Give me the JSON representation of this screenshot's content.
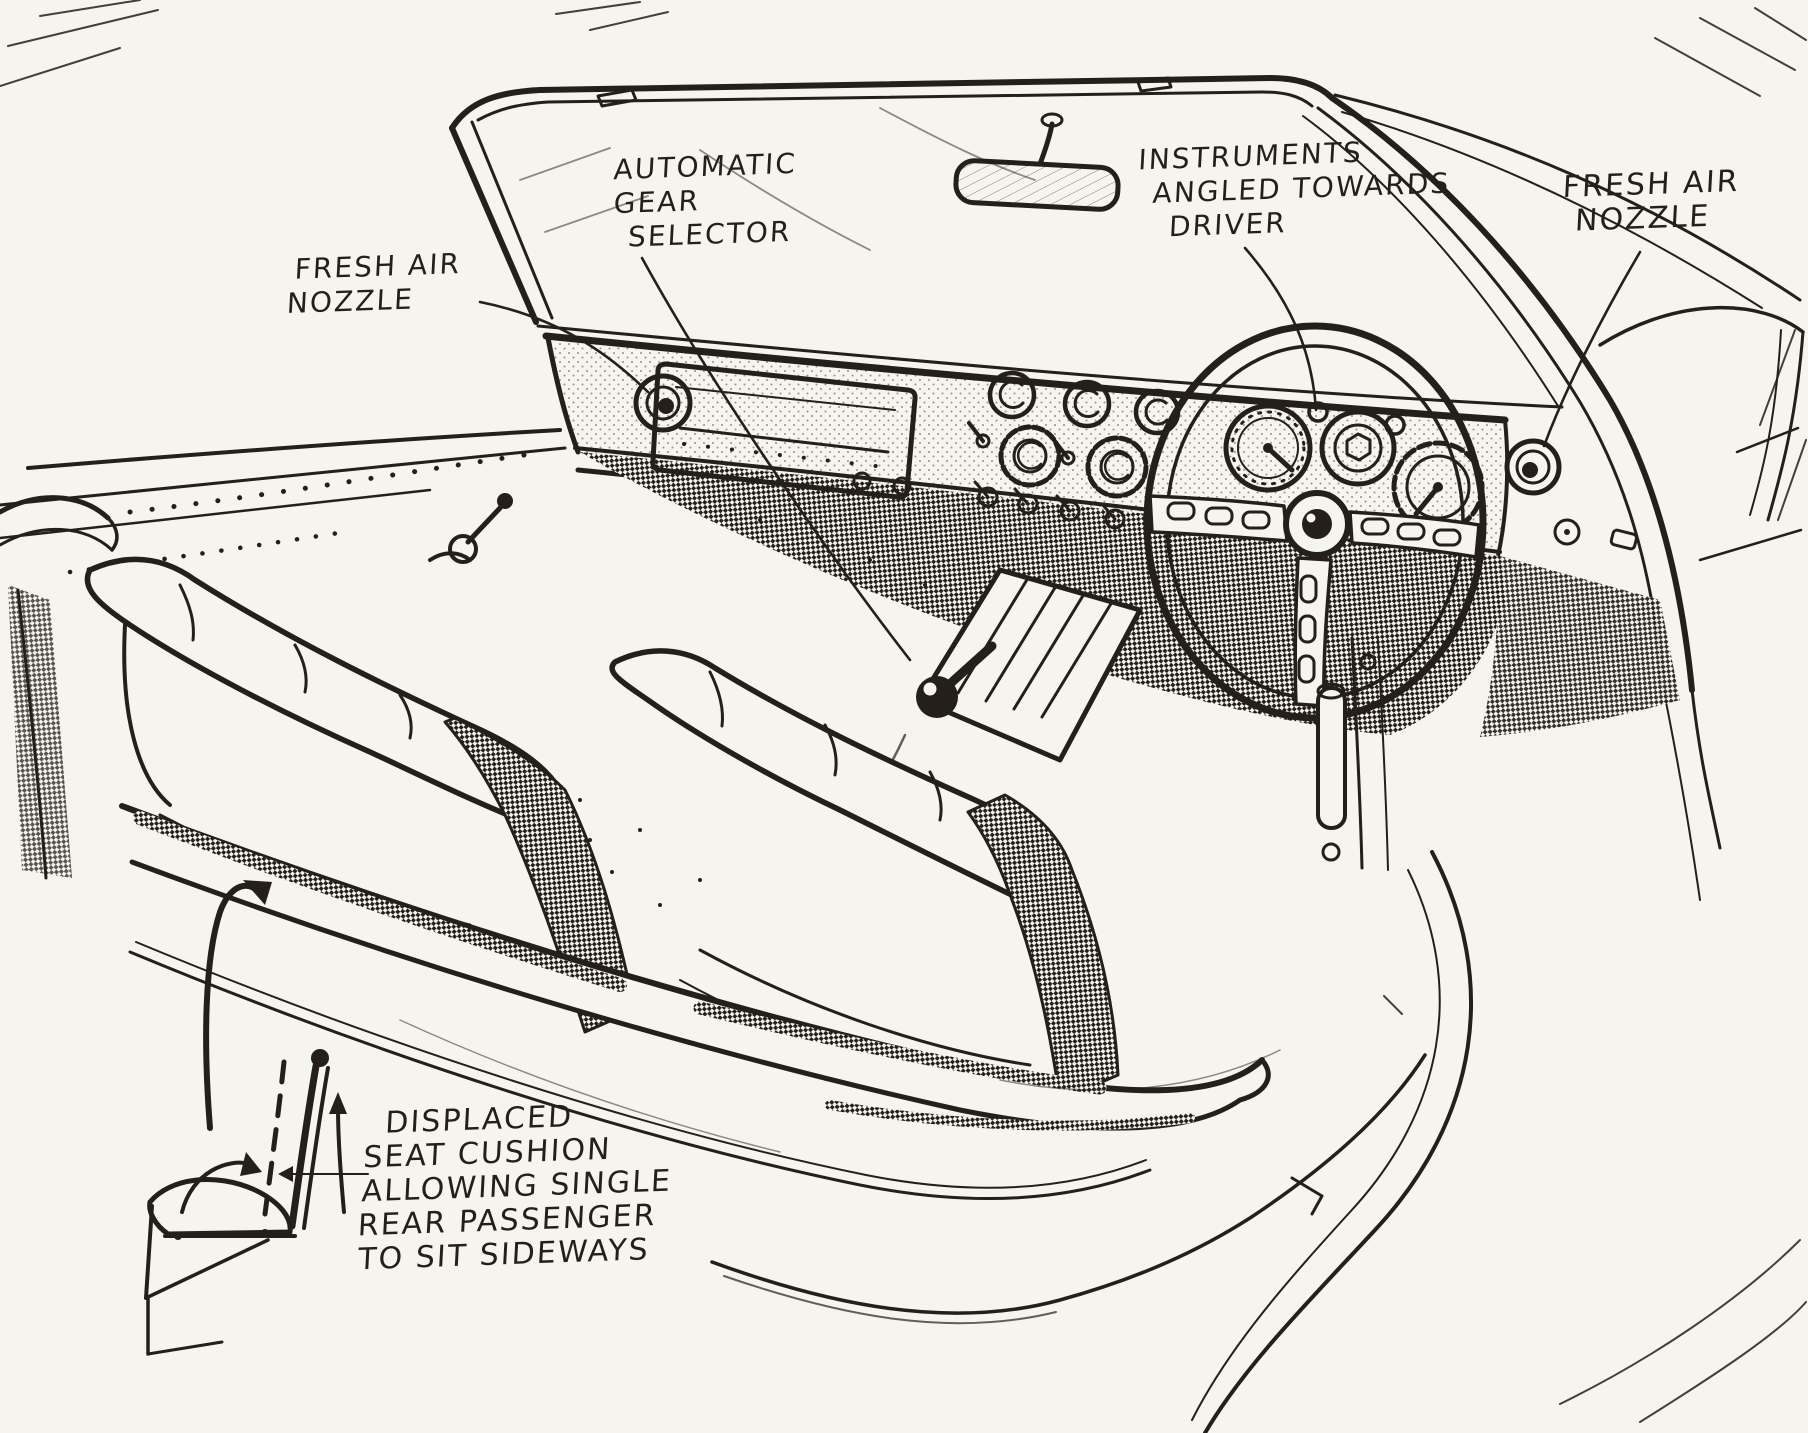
{
  "annotations": {
    "fresh_air_left": {
      "line1": "FRESH AIR",
      "line2": "NOZZLE"
    },
    "gear_selector": {
      "line1": "AUTOMATIC",
      "line2": "GEAR",
      "line3": "SELECTOR"
    },
    "instruments": {
      "line1": "INSTRUMENTS",
      "line2": "ANGLED TOWARDS",
      "line3": "DRIVER"
    },
    "fresh_air_right": {
      "line1": "FRESH AIR",
      "line2": "NOZZLE"
    },
    "displaced_seat": {
      "line1": "DISPLACED",
      "line2": "SEAT CUSHION",
      "line3": "ALLOWING SINGLE",
      "line4": "REAR PASSENGER",
      "line5": "TO SIT SIDEWAYS"
    }
  },
  "colors": {
    "ink": "#241f1a",
    "paper": "#f6f4ee"
  }
}
